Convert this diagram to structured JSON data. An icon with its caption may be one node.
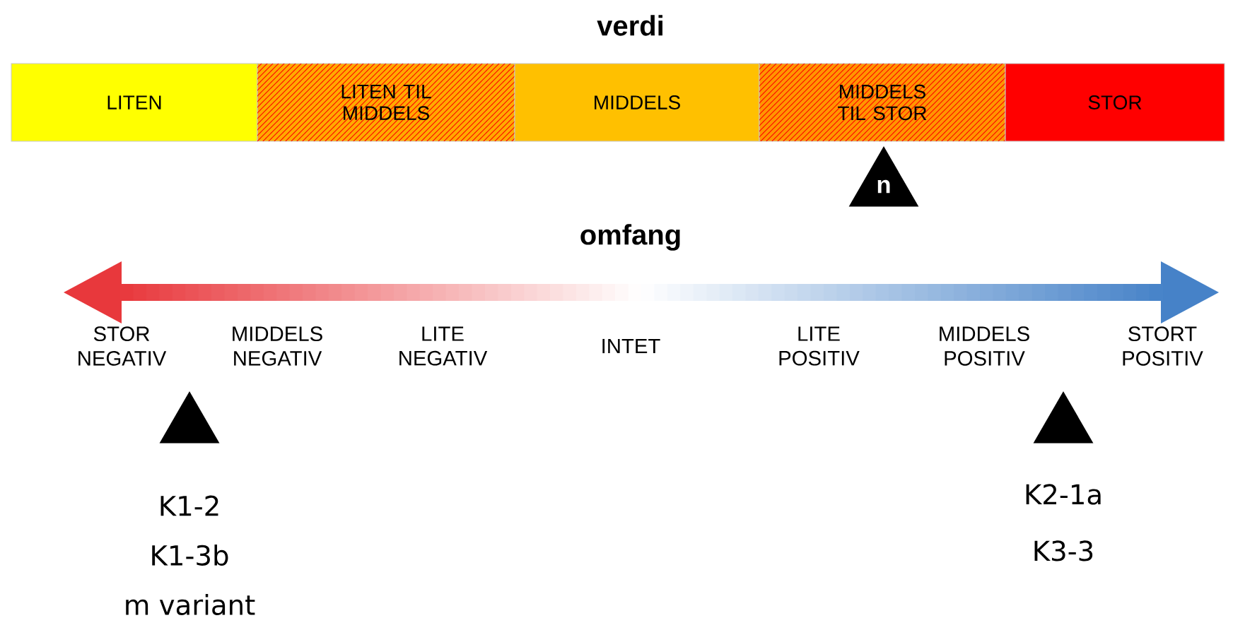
{
  "diagram": {
    "nodes": [
      {
        "text": [
          "LITEN"
        ]
      },
      {
        "text": [
          "LITEN TIL MIDDELS"
        ]
      },
      {
        "text": [
          "MIDDELS"
        ]
      },
      {
        "text": [
          "MIDDELS TIL STOR"
        ]
      },
      {
        "text": [
          "STOR"
        ]
      },
      {
        "text": [
          "n"
        ]
      },
      {
        "text": [],
        "shape": "triangle",
        "beside": [
          "K1-2",
          "K1-3b",
          "m variant"
        ]
      },
      {
        "text": [],
        "shape": "triangle",
        "beside": [
          "K2-1a",
          "K3-3"
        ]
      }
    ],
    "labels": [
      "verdi",
      "omfang",
      "STOR NEGATIV",
      "MIDDELS NEGATIV",
      "LITE NEGATIV",
      "INTET",
      "LITE POSITIV",
      "MIDDELS POSITIV",
      "STORT POSITIV"
    ]
  }
}
